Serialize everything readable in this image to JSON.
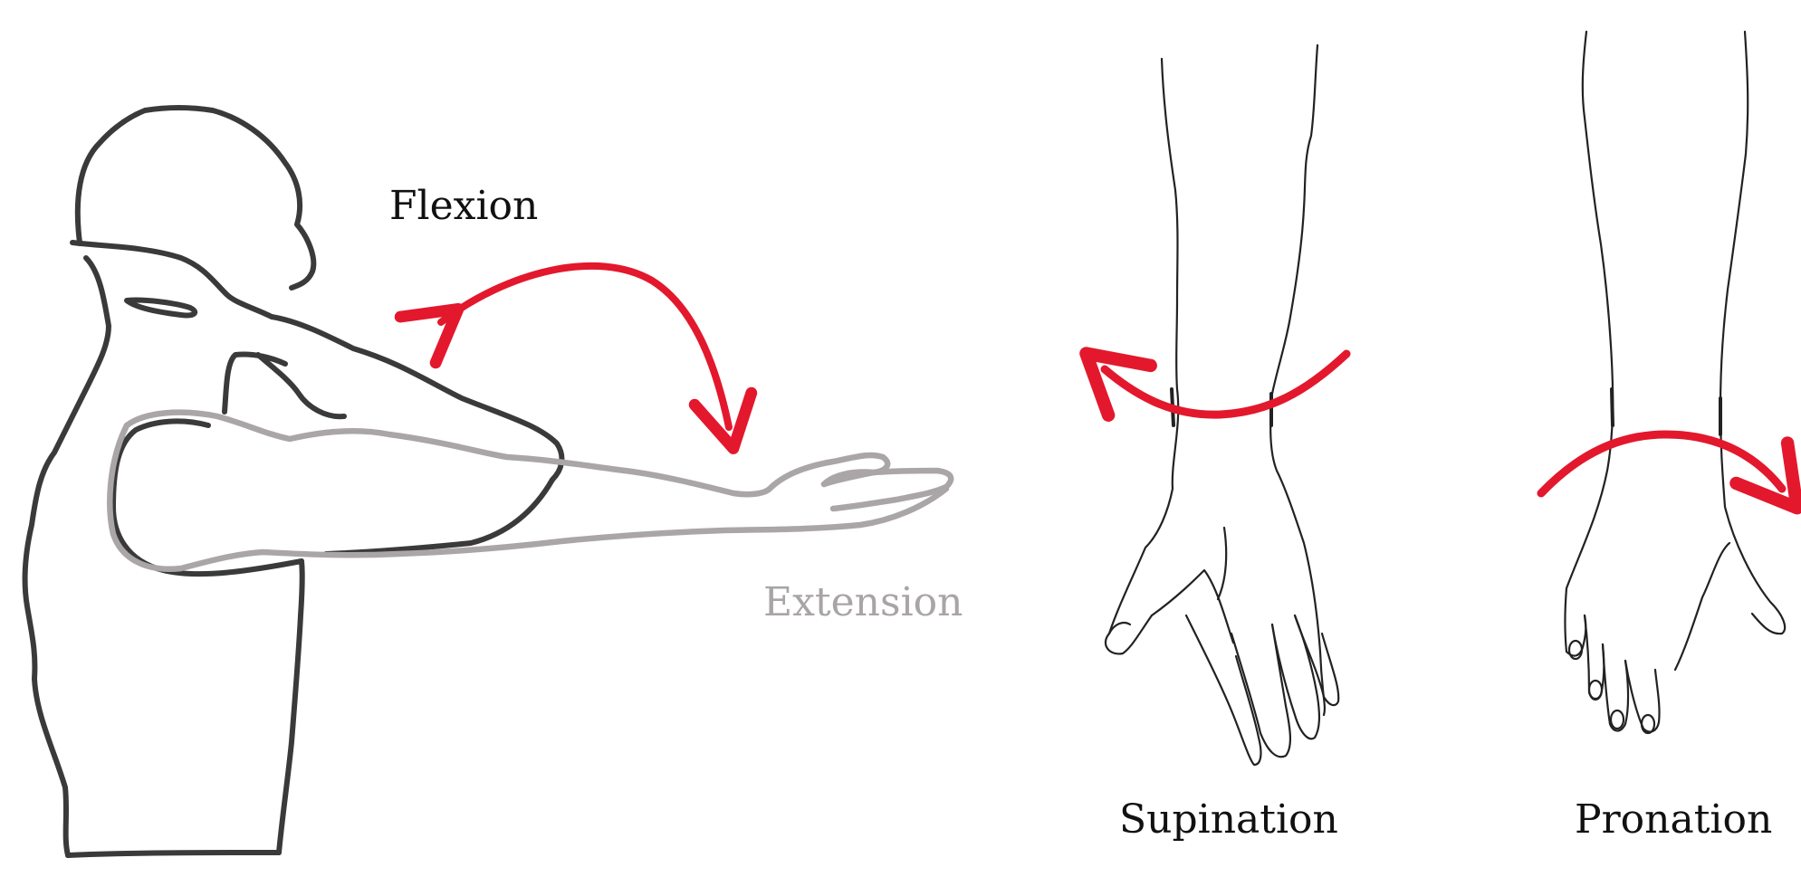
{
  "labels": {
    "flexion": "Flexion",
    "extension": "Extension",
    "supination": "Supination",
    "pronation": "Pronation"
  },
  "colors": {
    "arrow": "#e3182d",
    "outline": "#3a3a3a",
    "extended_arm": "#aaa6a8",
    "extension_text": "#a9a4a6",
    "hand_line": "#222222"
  }
}
